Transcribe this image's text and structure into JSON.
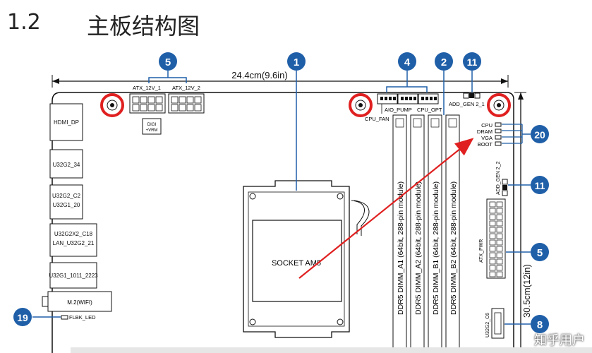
{
  "header": {
    "section_number": "1.2",
    "title": "主板结构图"
  },
  "dimensions": {
    "width": "24.4cm(9.6in)",
    "height": "30.5cm(12in)"
  },
  "callouts": {
    "c1": "1",
    "c2": "2",
    "c4": "4",
    "c5a": "5",
    "c5b": "5",
    "c8": "8",
    "c11a": "11",
    "c11b": "11",
    "c19": "19",
    "c20": "20"
  },
  "labels": {
    "atx12v1": "ATX_12V_1",
    "atx12v2": "ATX_12V_2",
    "digi": "DIGI",
    "vrm": "+VRM",
    "aio_pump": "AIO_PUMP",
    "cpu_opt": "CPU_OPT",
    "cpu_fan": "CPU_FAN",
    "add_gen21": "ADD_GEN 2_1",
    "add_gen22": "ADD_GEN 2_2",
    "led_cpu": "CPU",
    "led_dram": "DRAM",
    "led_vga": "VGA",
    "led_boot": "BOOT",
    "socket": "SOCKET AM5",
    "atx_pwr": "ATX_PWR",
    "u32g2c6": "U32G2_C6",
    "flbk_led": "FLBK_LED",
    "m2wifi": "M.2(WIFI)",
    "io_hdmi": "HDMI_DP",
    "io_u32g2_34": "U32G2_34",
    "io_u32g2_c2": "U32G2_C2",
    "io_u32g1_20": "U32G1_20",
    "io_u32g2x2_c18": "U32G2X2_C18",
    "io_lan": "LAN_U32G2_21",
    "io_u32g1_1011": "U32G1_1011_2223"
  },
  "dimms": [
    "DDR5 DIMM_A1 (64bit, 288-pin module)",
    "DDR5 DIMM_A2 (64bit, 288-pin module)",
    "DDR5 DIMM_B1 (64bit, 288-pin module)",
    "DDR5 DIMM_B2 (64bit, 288-pin module)"
  ],
  "watermark": "知乎用户",
  "colors": {
    "callout": "#1f5fa8",
    "highlight_ring": "#e02020",
    "arrow": "#e02020",
    "line": "#111111"
  }
}
